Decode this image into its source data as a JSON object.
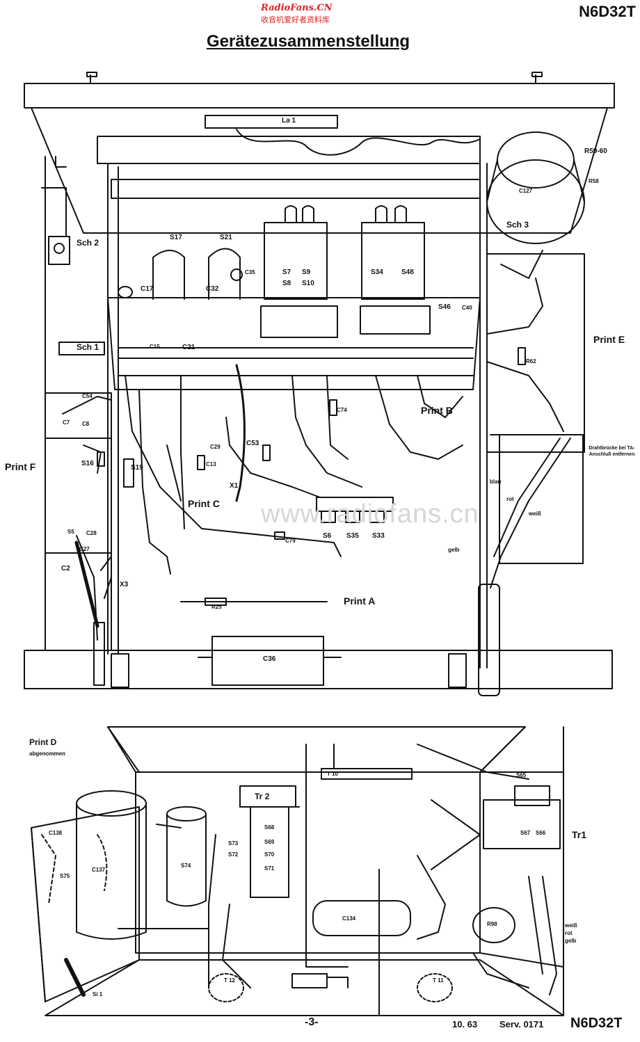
{
  "header": {
    "brand": "RadioFans.CN",
    "brand_sub": "收音机爱好者资料库",
    "model": "N6D32T",
    "title": "Gerätezusammenstellung"
  },
  "watermark": "www.radiofans.cn",
  "upper_view": {
    "lamp": "La 1",
    "switches": [
      "Sch 2",
      "Sch 1",
      "Sch 3"
    ],
    "coils": [
      "S17",
      "S21",
      "S7",
      "S8",
      "S9",
      "S10",
      "S34",
      "S48",
      "S46",
      "S16",
      "S19",
      "S6",
      "S35",
      "S33",
      "S5"
    ],
    "capacitors": [
      "C17",
      "C32",
      "C35",
      "C15",
      "C21",
      "C40",
      "C127",
      "C54",
      "C7",
      "C8",
      "C29",
      "C53",
      "C13",
      "C79",
      "C74",
      "C27",
      "C2",
      "C36",
      "C28"
    ],
    "resistors": [
      "R59-60",
      "R58",
      "R62",
      "R25"
    ],
    "prints": [
      "Print E",
      "Print B",
      "Print F",
      "Print C",
      "Print A"
    ],
    "connectors": [
      "X1",
      "X3"
    ],
    "note": "Drahtbrücke bei TA-Anschluß entfernen",
    "wire_colors": [
      "blau",
      "rot",
      "weiß",
      "gelb"
    ]
  },
  "lower_view": {
    "print_d": "Print D",
    "print_d_sub": "abgenommen",
    "transformers": [
      "Tr 2",
      "Tr1"
    ],
    "coils": [
      "S68",
      "S69",
      "S70",
      "S71",
      "S73",
      "S72",
      "S74",
      "S75",
      "S65",
      "S66",
      "S67"
    ],
    "capacitors": [
      "C137",
      "C134",
      "C138"
    ],
    "resistor": "R98",
    "terminals": [
      "T 10",
      "T 12",
      "T 11"
    ],
    "fuse": "Si 1",
    "wire_colors": [
      "weiß",
      "rot",
      "gelb"
    ]
  },
  "footer": {
    "page": "-3-",
    "date": "10. 63",
    "serv": "Serv. 0171",
    "model": "N6D32T"
  }
}
